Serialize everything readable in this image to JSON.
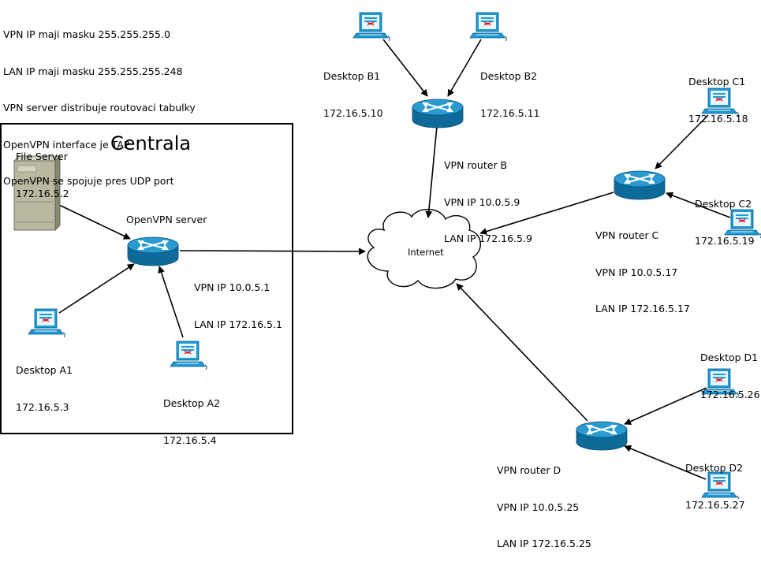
{
  "notes": [
    "VPN IP maji masku 255.255.255.0",
    "LAN IP maji masku 255.255.255.248",
    "VPN server distribuje routovaci tabulky",
    "OpenVPN interface je TAP",
    "OpenVPN se spojuje pres UDP port"
  ],
  "centrala": {
    "title": "Centrala"
  },
  "internet": {
    "label": "Internet"
  },
  "file_server": {
    "name": "File Server",
    "ip": "172.16.5.2"
  },
  "openvpn_server": {
    "name": "OpenVPN server",
    "vpn_ip": "VPN IP 10.0.5.1",
    "lan_ip": "LAN IP 172.16.5.1"
  },
  "desktop_a1": {
    "name": "Desktop A1",
    "ip": "172.16.5.3"
  },
  "desktop_a2": {
    "name": "Desktop A2",
    "ip": "172.16.5.4"
  },
  "router_b": {
    "name": "VPN router B",
    "vpn_ip": "VPN IP 10.0.5.9",
    "lan_ip": "LAN IP 172.16.5.9"
  },
  "desktop_b1": {
    "name": "Desktop B1",
    "ip": "172.16.5.10"
  },
  "desktop_b2": {
    "name": "Desktop B2",
    "ip": "172.16.5.11"
  },
  "router_c": {
    "name": "VPN router C",
    "vpn_ip": "VPN IP 10.0.5.17",
    "lan_ip": "LAN IP 172.16.5.17"
  },
  "desktop_c1": {
    "name": "Desktop C1",
    "ip": "172.16.5.18"
  },
  "desktop_c2": {
    "name": "Desktop C2",
    "ip": "172.16.5.19"
  },
  "router_d": {
    "name": "VPN router D",
    "vpn_ip": "VPN IP 10.0.5.25",
    "lan_ip": "LAN IP 172.16.5.25"
  },
  "desktop_d1": {
    "name": "Desktop D1",
    "ip": "172.16.5.26"
  },
  "desktop_d2": {
    "name": "Desktop D2",
    "ip": "172.16.5.27"
  },
  "colors": {
    "router_body": "#1a7fb0",
    "router_top": "#2fa3d6",
    "desktop_frame": "#29a9e6",
    "server_body": "#b9b9a0"
  }
}
